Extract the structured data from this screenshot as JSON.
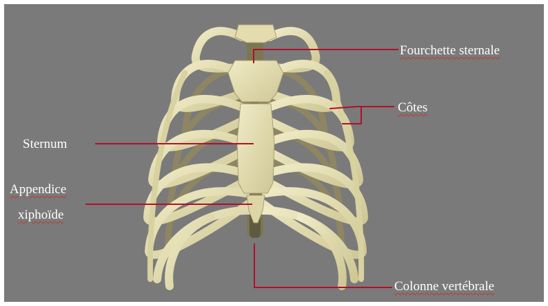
{
  "labels": {
    "fourchette": "Fourchette sternale",
    "cotes": "Côtes",
    "sternum": "Sternum",
    "appendice_line1": "Appendice",
    "appendice_line2": "xiphoïde",
    "colonne": "Colonne vertébrale"
  },
  "colors": {
    "background": "#7a7a7a",
    "bone": "#e2dcae",
    "bone_shadow": "#a79f6d",
    "leader_line": "#b0102a",
    "text": "#ffffff"
  }
}
